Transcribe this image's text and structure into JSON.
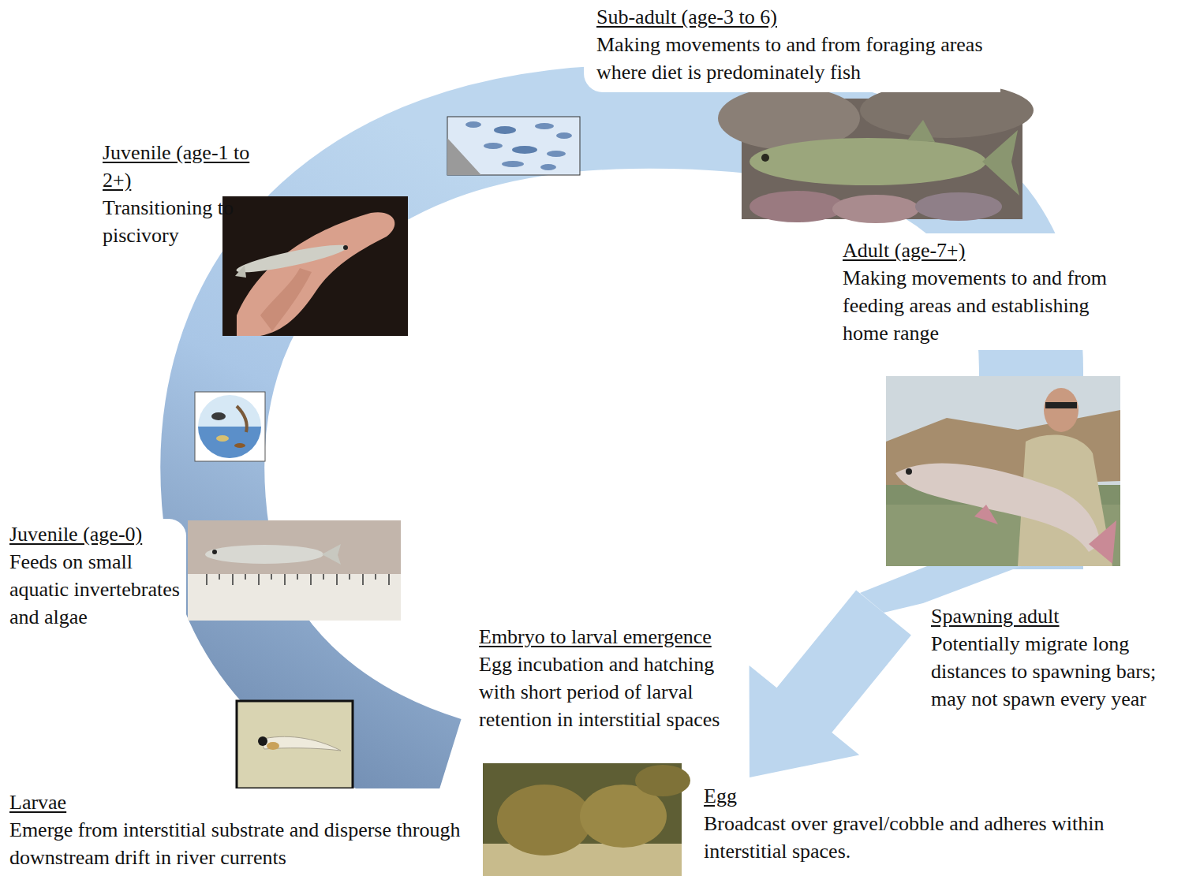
{
  "diagram": {
    "nodes": [
      {
        "text": [
          "Sub-adult (age-3 to 6)",
          "Making movements to and from foraging areas where diet is predominately fish"
        ]
      },
      {
        "text": [
          "Juvenile (age-1 to 2+)",
          "Transitioning to piscivory"
        ]
      },
      {
        "text": [
          "Adult (age-7+)",
          "Making movements to and from feeding areas and establishing home range"
        ]
      },
      {
        "text": [
          "Juvenile (age-0)",
          "Feeds on small aquatic invertebrates and algae"
        ]
      },
      {
        "text": [
          "Spawning adult",
          "Potentially migrate long distances to spawning bars; may not spawn every year"
        ]
      },
      {
        "text": [
          "Embryo to larval emergence",
          "Egg incubation and hatching with short period of larval retention in interstitial spaces"
        ]
      },
      {
        "text": [
          "Egg",
          "Broadcast over gravel/cobble and adheres within interstitial spaces."
        ]
      },
      {
        "text": [
          "Larvae",
          "Emerge from interstitial substrate and disperse through downstream drift in river currents"
        ]
      }
    ],
    "edges": [
      {
        "from": 4,
        "to": 6,
        "arrow": "to"
      }
    ]
  }
}
